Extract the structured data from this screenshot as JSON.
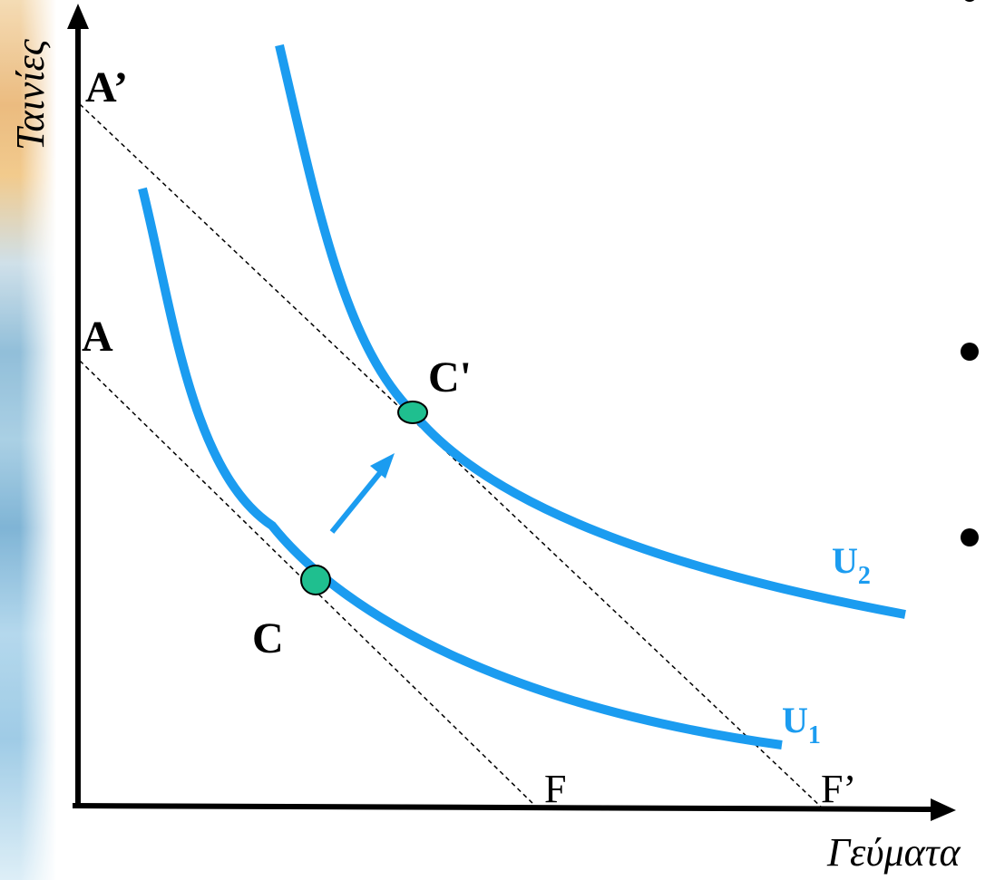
{
  "axes": {
    "x_title": "Γεύματα",
    "y_title": "Ταινίες"
  },
  "points": {
    "a_prime": "A’",
    "a": "A",
    "c_prime": "C'",
    "c": "C"
  },
  "intercepts": {
    "f": "F",
    "f_prime": "F’"
  },
  "curves": {
    "u1": {
      "main": "U",
      "sub": "1"
    },
    "u2": {
      "main": "U",
      "sub": "2"
    }
  },
  "colors": {
    "curve": "#1b9cf0",
    "point_fill": "#1fbf8f",
    "point_stroke": "#000000",
    "axis": "#000000",
    "budget_line": "#000000"
  }
}
